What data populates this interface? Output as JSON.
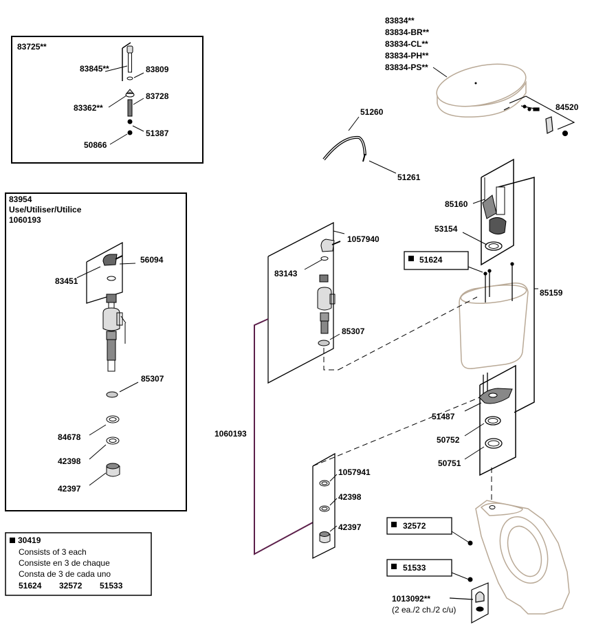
{
  "labels": {
    "p83725": "83725**",
    "p83845": "83845**",
    "p83809": "83809",
    "p83362": "83362**",
    "p83728": "83728",
    "p51387": "51387",
    "p50866": "50866",
    "p83954": "83954",
    "use": "Use/Utiliser/Utilice",
    "p1060193a": "1060193",
    "p83451": "83451",
    "p56094": "56094",
    "p85307a": "85307",
    "p84678": "84678",
    "p42398a": "42398",
    "p42397a": "42397",
    "p30419": "30419",
    "consists1": "Consists of 3 each",
    "consists2": "Consiste en 3 de chaque",
    "consists3": "Consta de 3 de cada uno",
    "k1": "51624",
    "k2": "32572",
    "k3": "51533",
    "c1": "83834**",
    "c2": "83834-BR**",
    "c3": "83834-CL**",
    "c4": "83834-PH**",
    "c5": "83834-PS**",
    "p84520": "84520",
    "p51260": "51260",
    "p51261": "51261",
    "p85160": "85160",
    "p53154": "53154",
    "p51624": "51624",
    "p85159": "85159",
    "p1057940": "1057940",
    "p83143": "83143",
    "p85307b": "85307",
    "p1060193b": "1060193",
    "p51487": "51487",
    "p50752": "50752",
    "p50751": "50751",
    "p1057941": "1057941",
    "p42398b": "42398",
    "p42397b": "42397",
    "p32572": "32572",
    "p51533": "51533",
    "p1013092": "1013092**",
    "p1013092n": "(2 ea./2 ch./2 c/u)"
  },
  "colors": {
    "line": "#000000",
    "porcelain": "#b9a996",
    "kit_bracket": "#5c1f4a"
  },
  "icons": [
    "square-bullet-icon"
  ]
}
